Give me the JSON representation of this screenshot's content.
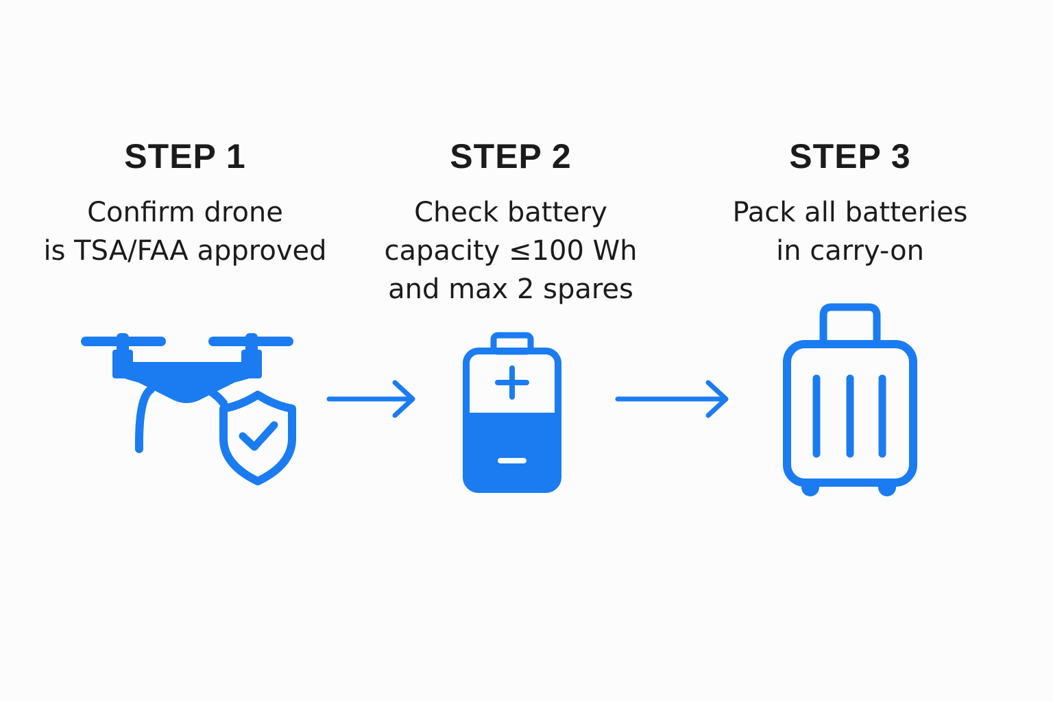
{
  "accent_color": "#1a7cf0",
  "steps": [
    {
      "title": "STEP 1",
      "description": "Confirm drone\nis TSA/FAA approved",
      "icon": "drone-shield-check-icon"
    },
    {
      "title": "STEP 2",
      "description": "Check battery\ncapacity ≤100 Wh\nand max 2 spares",
      "icon": "battery-icon"
    },
    {
      "title": "STEP 3",
      "description": "Pack all batteries\nin carry-on",
      "icon": "luggage-icon"
    }
  ],
  "connectors": [
    "arrow-right-icon",
    "arrow-right-icon"
  ]
}
